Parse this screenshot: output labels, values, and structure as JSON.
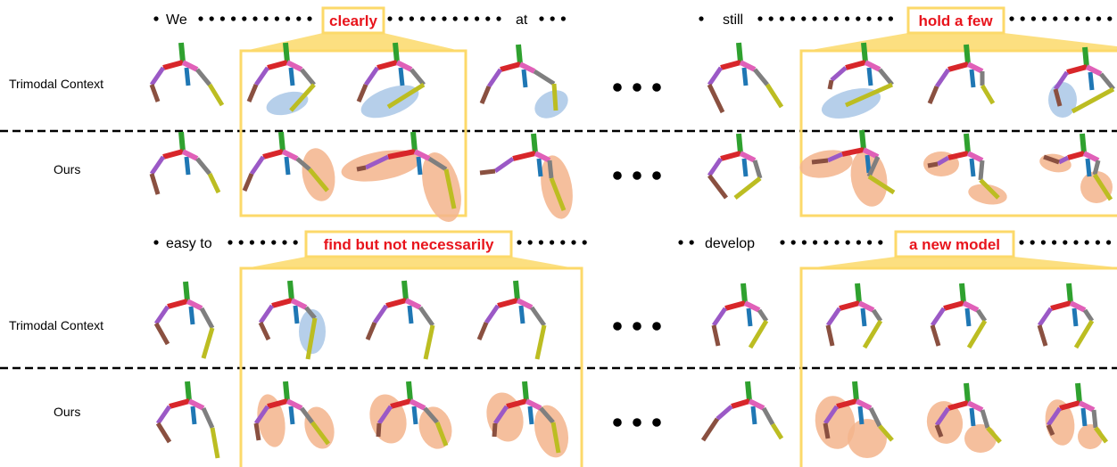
{
  "row_labels": {
    "trimodal": "Trimodal Context",
    "ours": "Ours"
  },
  "sentences": [
    {
      "word1": "We",
      "highlight": "clearly",
      "word2": "at"
    },
    {
      "word1": "still",
      "highlight": "hold a few"
    },
    {
      "word1": "easy to",
      "highlight": "find but not necessarily"
    },
    {
      "word1": "develop",
      "highlight": "a new model"
    }
  ],
  "colors": {
    "highlight_box": "#fcd96a",
    "highlight_text": "#e8141c",
    "ellipse_trimodal": "#a9c7e6",
    "ellipse_ours": "#f3b48c",
    "limb_purple": "#9b59c6",
    "limb_brown": "#8a5040",
    "limb_green": "#2fa12f",
    "limb_red": "#d8262a",
    "limb_pink": "#e060b8",
    "limb_blue": "#1f77b4",
    "limb_gray": "#7f7f7f",
    "limb_olive": "#bcbd22"
  }
}
